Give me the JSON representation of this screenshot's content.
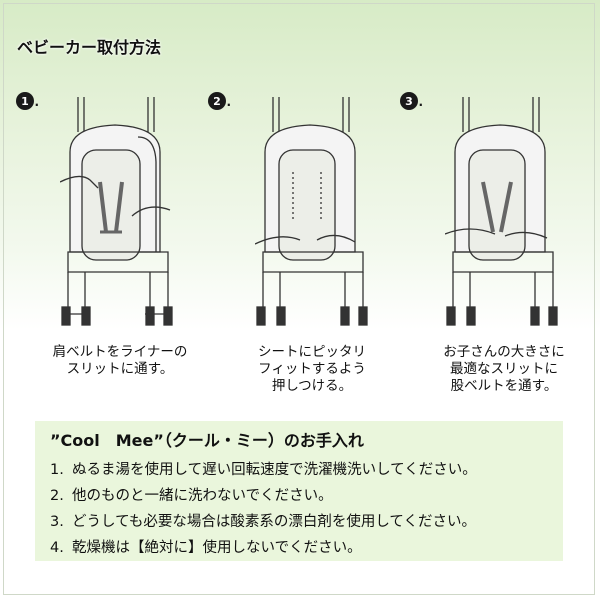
{
  "title": "ベビーカー取付方法",
  "steps": [
    {
      "num": "1",
      "caption": "肩ベルトをライナーの\nスリットに通す。"
    },
    {
      "num": "2",
      "caption": "シートにピッタリ\nフィットするよう\n押しつける。"
    },
    {
      "num": "3",
      "caption": "お子さんの大きさに\n最適なスリットに\n股ベルトを通す。"
    }
  ],
  "care": {
    "title": "”Cool　Mee”（クール・ミー）のお手入れ",
    "items": [
      {
        "num": "1.",
        "text": "ぬるま湯を使用して遅い回転速度で洗濯機洗いしてください。"
      },
      {
        "num": "2.",
        "text": "他のものと一緒に洗わないでください。"
      },
      {
        "num": "3.",
        "text": "どうしても必要な場合は酸素系の漂白剤を使用してください。"
      },
      {
        "num": "4.",
        "text": "乾燥機は【絶対に】使用しないでください。"
      }
    ]
  }
}
